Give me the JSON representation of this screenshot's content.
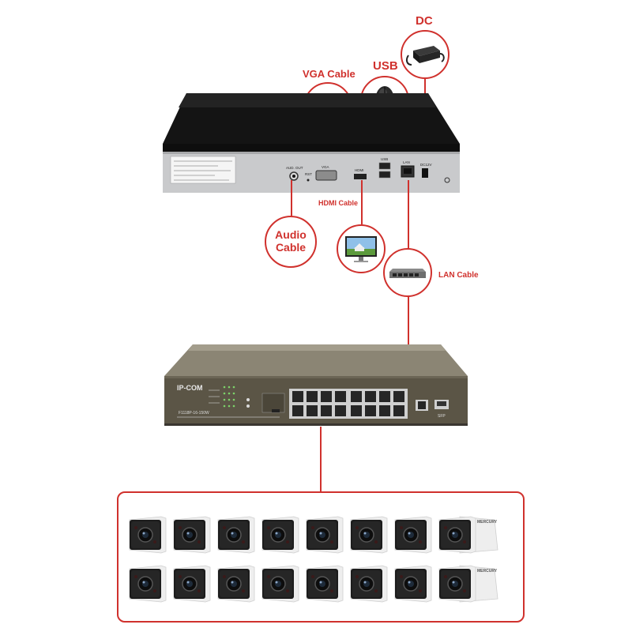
{
  "labels": {
    "dc": "DC",
    "usb": "USB",
    "vga_cable": "VGA Cable",
    "hdmi_cable": "HDMI Cable",
    "audio_cable_line1": "Audio",
    "audio_cable_line2": "Cable",
    "lan_cable": "LAN Cable"
  },
  "nvr_ports": {
    "audio_out": "AUD. OUT",
    "rst": "RST",
    "vga": "VGA",
    "hdmi": "HDMI",
    "usb": "USB",
    "lan": "LAN",
    "dc": "DC12V"
  },
  "switch": {
    "brand": "IP-COM",
    "model": "F1118P-16-150W",
    "sfp_label": "SFP"
  },
  "camera": {
    "brand": "MERCURY",
    "rows": 2,
    "per_row": 8
  },
  "colors": {
    "accent": "#d0312d",
    "nvr_body": "#1b1b1b",
    "nvr_panel": "#c9cacc",
    "switch_body": "#5b5546",
    "camera_front": "#1c1c1c",
    "camera_body": "#eeeeee"
  }
}
